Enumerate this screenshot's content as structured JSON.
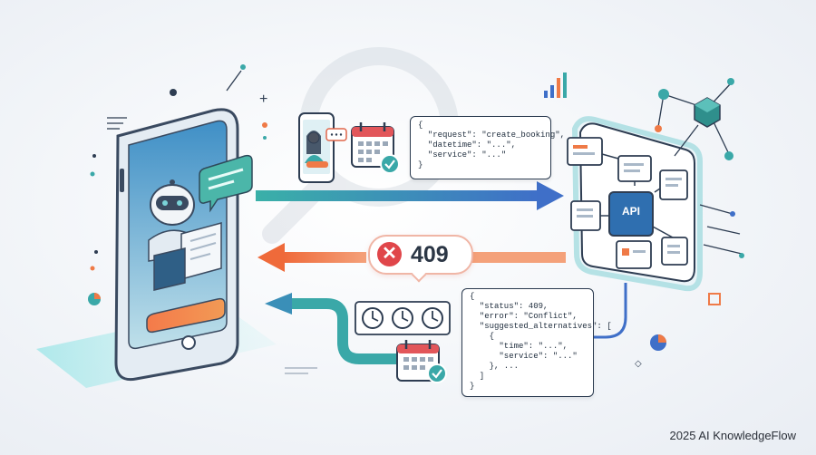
{
  "request": {
    "lines": [
      "{",
      "  \"request\": \"create_booking\",",
      "  \"datetime\": \"...\",",
      "  \"service\": \"...\"",
      "}"
    ]
  },
  "error_badge": {
    "code": "409"
  },
  "response": {
    "lines": [
      "{",
      "  \"status\": 409,",
      "  \"error\": \"Conflict\",",
      "  \"suggested_alternatives\": [",
      "    {",
      "      \"time\": \"...\",",
      "      \"service\": \"...\"",
      "    }, ...",
      "  ]",
      "}"
    ]
  },
  "server": {
    "label": "API"
  },
  "footer": {
    "text": "2025 AI KnowledgeFlow"
  },
  "colors": {
    "accent_blue": "#3f7fc8",
    "accent_teal": "#3aa8a8",
    "accent_orange": "#ef7a47",
    "error_red": "#e0464a"
  },
  "icons": [
    "phone-icon",
    "robot-icon",
    "calendar-icon",
    "clock-icon",
    "magnifier-icon",
    "api-server-icon",
    "cube-icon"
  ]
}
